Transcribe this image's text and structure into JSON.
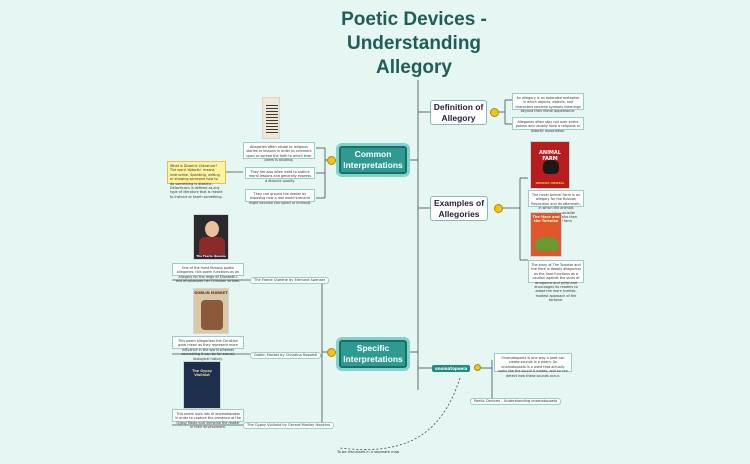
{
  "title": "Poetic Devices - Understanding Allegory",
  "hubs": {
    "common": "Common Interpretations",
    "specific": "Specific Interpretations"
  },
  "topics": {
    "definition": "Definition of Allegory",
    "examples": "Examples of Allegories"
  },
  "notes": {
    "def1": "An allegory is an extended metaphor in which objects, objects, and characters become symbols meanings beyond their literal appearance.",
    "def2": "Allegories often stay not over entire poems and usually have a religious or didactic association.",
    "animalfarm": "The novel Animal Farm is an allegory for the Russian Revolution and its aftermath, in which the animals represent the socialist revolutionaries who then take over the farm",
    "tortoise": "The story of The Tortoise and the Hare is deeply allegorical as the hare functions as a caution against the vices of arrogance and pride and encourages its readers to adopt the more humble, modest approach of the tortoise.",
    "common1": "Allegories often allude to religious stories or lessons in order to comment upon or spread the faith to which their poem is alluding.",
    "common2": "They are also often used to outline moral lessons and generally express a didactic quality.",
    "common3": "They can ground the reader by exposing how a real world scenario might become corrupted or immoral.",
    "yellow": "What is Didactic Literature? The word 'didactic' means instructive. Speaking, writing, or showing someone how to do something is didactic. Didacticism is defined as any type of literature that is meant to instruct or teach something.",
    "faerie": "One of the most famous poetic allegories, this poem functions as an allegory for the reign of Elizabeth I and emphasizes her Christian virtues.",
    "goblin": "This poem allegorizes the Christian gods mean as they represent more influence in the world whereas connecting it can be for sexual, biological history.",
    "gypsy": "This poem uses lots of onomatopoeia in order to capture the presence of the Gypsy fiddle and immerse the reader in their environment."
  },
  "labels": {
    "faerie": "The Faerie Queene by Edmund Spenser",
    "goblin": "Goblin Market by Christina Rossetti",
    "gypsy": "The Gypsy Violinist by Gerard Manley Hopkins",
    "discussed": "To be discussed in a separate map",
    "onomatopoeia_link": "Poetic Devices - Understanding onomatopoeia"
  },
  "onomatopoeia": {
    "tag": "onomatopoeia",
    "note": "Onomatopoeia is one way a poet can create sounds in a poem. An onomatopoeia is a word that actually looks like the sound it makes, and so can detect how these sounds occur."
  },
  "images": {
    "animalfarm_title": "ANIMAL FARM",
    "animalfarm_author": "GEORGE ORWELL",
    "tortoise_title": "The Hare and the Tortoise",
    "faerie_caption": "The Faerie Queene",
    "goblin_title": "GOBLIN MARKET",
    "gypsy_title": "The Gypsy Violinist"
  },
  "colors": {
    "hub": "#2e9a91",
    "accent_dot": "#f2c21b",
    "background": "#e6f6f3"
  }
}
